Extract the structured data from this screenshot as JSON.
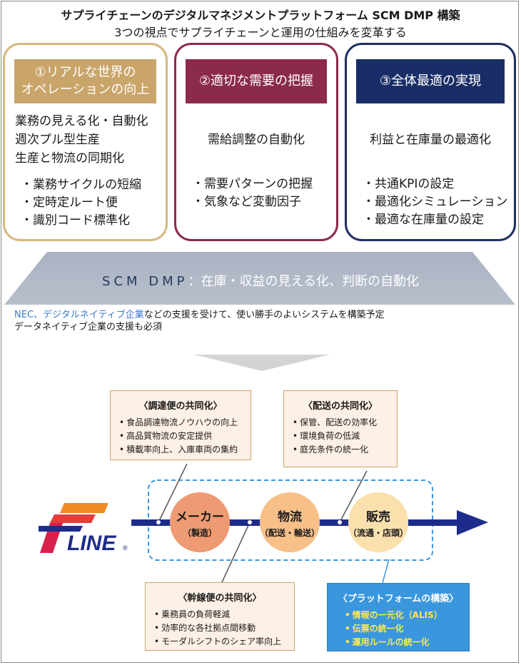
{
  "header": {
    "title": "サプライチェーンのデジタルマネジメントプラットフォーム SCM DMP 構築",
    "subtitle": "3つの視点でサプライチェーンと運用の仕組みを変革する"
  },
  "panels": [
    {
      "heading": "①リアルな世界の\nオペレーションの向上",
      "main": [
        "業務の見える化・自動化",
        "週次プル型生産",
        "生産と物流の同期化"
      ],
      "bullets": [
        "業務サイクルの短縮",
        "定時定ルート便",
        "識別コード標準化"
      ]
    },
    {
      "heading": "②適切な需要の把握",
      "main": [
        "需給調整の自動化"
      ],
      "bullets": [
        "需要パターンの把握",
        "気象など変動因子"
      ]
    },
    {
      "heading": "③全体最適の実現",
      "main": [
        "利益と在庫量の最適化"
      ],
      "bullets": [
        "共通KPIの設定",
        "最適化シミュレーション",
        "最適な在庫量の設定"
      ]
    }
  ],
  "banner": {
    "scm": "SCM DMP",
    "sep": "：",
    "desc": "在庫・収益の見える化、判断の自動化"
  },
  "note": {
    "highlight": "NEC、デジタルネイティブ企業",
    "rest1": "などの支援を受けて、使い勝手のよいシステムを構築予定",
    "line2": "データネイティブ企業の支援も必須"
  },
  "procurement": {
    "title": "〈調達便の共同化〉",
    "items": [
      "食品調達物流ノウハウの向上",
      "高品質物流の安定提供",
      "積載率向上、入庫車両の集約"
    ]
  },
  "delivery": {
    "title": "〈配送の共同化〉",
    "items": [
      "保管、配送の効率化",
      "環境負荷の低減",
      "庭先条件の統一化"
    ]
  },
  "trunk": {
    "title": "〈幹線便の共同化〉",
    "items": [
      "乗務員の負荷軽減",
      "効率的な各社拠点間移動",
      "モーダルシフトのシェア率向上"
    ]
  },
  "platform": {
    "title": "〈プラットフォームの構築〉",
    "items": [
      "情報の一元化（ALIS）",
      "伝票の統一化",
      "運用ルールの統一化"
    ]
  },
  "circles": [
    {
      "title": "メーカー",
      "sub": "（製造）",
      "color": "#ee9a72"
    },
    {
      "title": "物流",
      "sub": "（配送・輸送）",
      "color": "#f7c089"
    },
    {
      "title": "販売",
      "sub": "（流通・店頭）",
      "color": "#fae0ad"
    }
  ],
  "logo": {
    "text": "LINE",
    "mark": "®"
  },
  "colors": {
    "navy": "#1f2f63",
    "gold": "#c9a56a",
    "wine": "#8c2a4a",
    "arrow": "#1d2c8a",
    "dashed": "#3a97de"
  }
}
